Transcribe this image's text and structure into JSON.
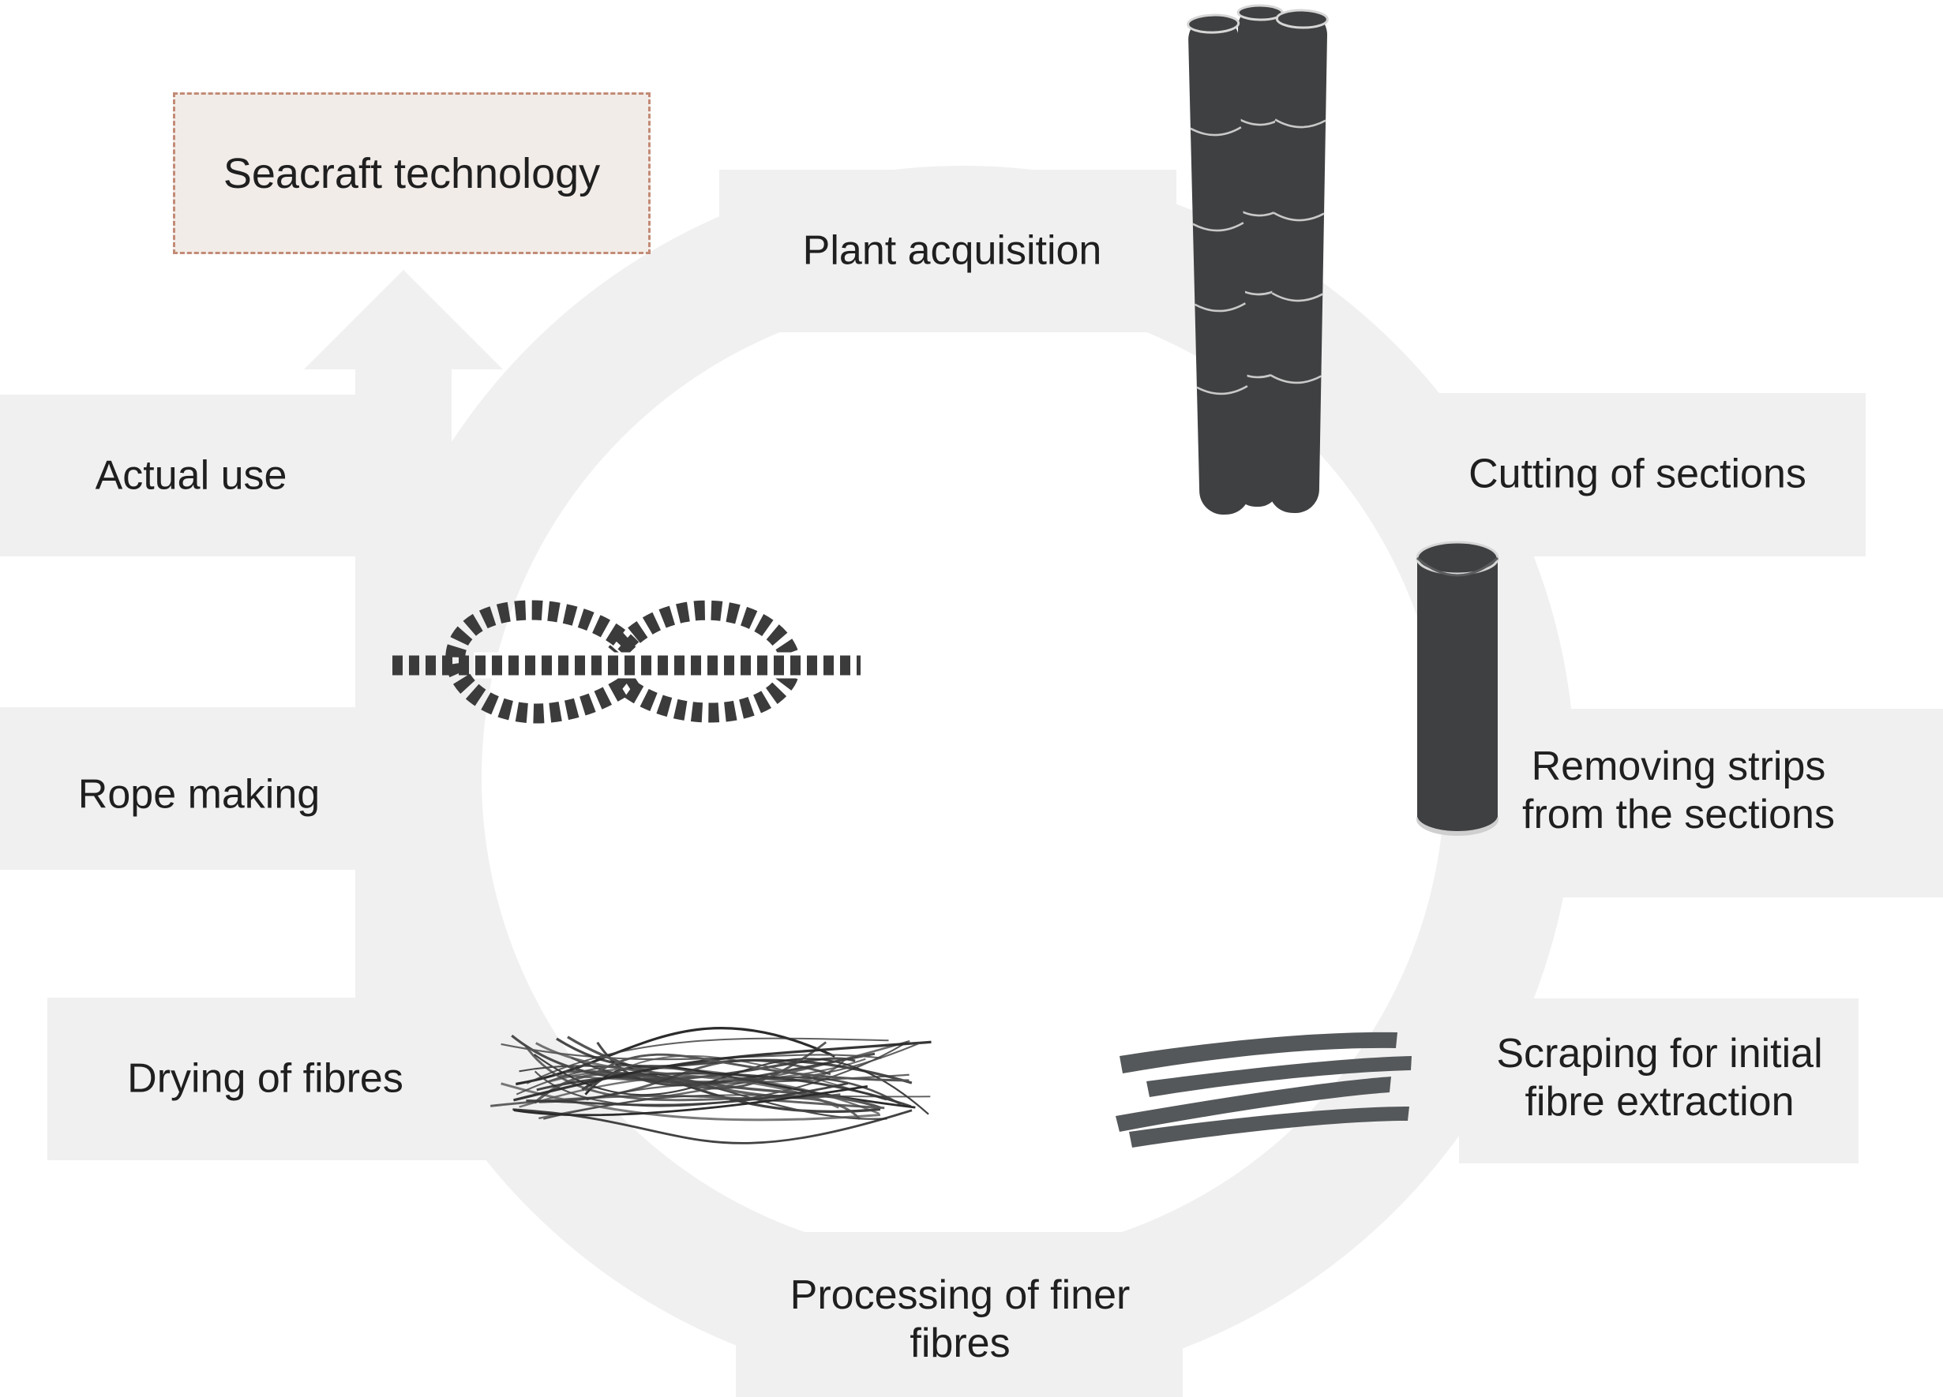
{
  "figure": {
    "title_box": {
      "label": "Seacraft technology"
    },
    "steps": [
      {
        "name": "plant-acquisition",
        "lines": [
          "Plant acquisition"
        ]
      },
      {
        "name": "cutting-of-sections",
        "lines": [
          "Cutting of sections"
        ]
      },
      {
        "name": "removing-strips",
        "lines": [
          "Removing strips",
          "from the sections"
        ]
      },
      {
        "name": "scraping",
        "lines": [
          "Scraping for initial",
          "fibre extraction"
        ]
      },
      {
        "name": "processing",
        "lines": [
          "Processing of finer",
          "fibres"
        ]
      },
      {
        "name": "drying",
        "lines": [
          "Drying of fibres"
        ]
      },
      {
        "name": "rope-making",
        "lines": [
          "Rope making"
        ]
      },
      {
        "name": "actual-use",
        "lines": [
          "Actual use"
        ]
      }
    ],
    "icons": [
      "bamboo-stalks-icon",
      "bamboo-section-icon",
      "strips-icon",
      "fibre-bundle-icon",
      "rope-knot-icon",
      "up-arrow-icon",
      "process-ring"
    ],
    "theme": {
      "background": "#ffffff",
      "band_gray": "#f0f0f0",
      "dark": "#3f4042",
      "knot": "#3b3b3c",
      "strip_gray": "#55585a",
      "fibre": "#333333",
      "text": "#1f1f1f",
      "title_box_fill": "#f2ece8",
      "title_box_border": "#c28b76",
      "joint_line": "#c9c9c9"
    }
  }
}
